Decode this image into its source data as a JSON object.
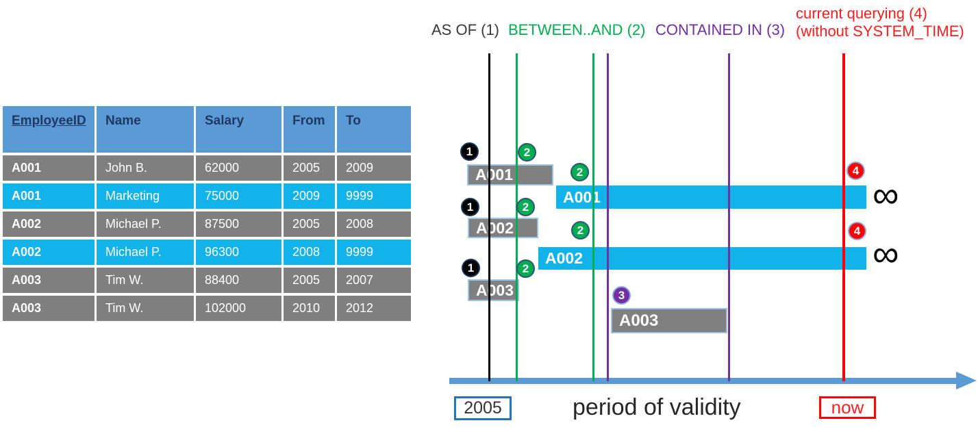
{
  "table": {
    "headers": [
      "EmployeeID",
      "Name",
      "Salary",
      "From",
      "To"
    ],
    "rows": [
      {
        "cells": [
          "A001",
          "John B.",
          "62000",
          "2005",
          "2009"
        ],
        "style": "history"
      },
      {
        "cells": [
          "A001",
          "Marketing",
          "75000",
          "2009",
          "9999"
        ],
        "style": "current"
      },
      {
        "cells": [
          "A002",
          "Michael P.",
          "87500",
          "2005",
          "2008"
        ],
        "style": "history"
      },
      {
        "cells": [
          "A002",
          "Michael P.",
          "96300",
          "2008",
          "9999"
        ],
        "style": "current"
      },
      {
        "cells": [
          "A003",
          "Tim W.",
          "88400",
          "2005",
          "2007"
        ],
        "style": "history"
      },
      {
        "cells": [
          "A003",
          "Tim W.",
          "102000",
          "2010",
          "2012"
        ],
        "style": "history"
      }
    ]
  },
  "legend": {
    "as_of": "AS OF (1)",
    "between_and": "BETWEEN..AND (2)",
    "contained_in": "CONTAINED IN (3)",
    "current_querying_line1": "current querying (4)",
    "current_querying_line2": "(without SYSTEM_TIME)"
  },
  "timeline": {
    "bars": [
      {
        "label": "A001",
        "style": "gray"
      },
      {
        "label": "A001",
        "style": "cyan"
      },
      {
        "label": "A002",
        "style": "gray"
      },
      {
        "label": "A002",
        "style": "cyan"
      },
      {
        "label": "A003",
        "style": "gray"
      },
      {
        "label": "A003",
        "style": "gray"
      }
    ],
    "badges": [
      {
        "n": "1",
        "color": "black"
      },
      {
        "n": "2",
        "color": "green"
      },
      {
        "n": "2",
        "color": "green"
      },
      {
        "n": "1",
        "color": "black"
      },
      {
        "n": "2",
        "color": "green"
      },
      {
        "n": "2",
        "color": "green"
      },
      {
        "n": "1",
        "color": "black"
      },
      {
        "n": "2",
        "color": "green"
      },
      {
        "n": "3",
        "color": "purple"
      },
      {
        "n": "4",
        "color": "red"
      },
      {
        "n": "4",
        "color": "red"
      }
    ],
    "infinity": "∞",
    "start_year": "2005",
    "axis_label": "period of validity",
    "now_label": "now"
  },
  "colors": {
    "header_blue": "#5B9BD5",
    "header_text": "#1F3864",
    "history_gray": "#7F7F7F",
    "current_cyan": "#12B2EA",
    "bar_border": "#9DC3E6",
    "green": "#00AD50",
    "purple": "#7030A0",
    "red": "#FF0000",
    "axis_blue": "#5B9BD5",
    "year_box_border": "#2374BD"
  }
}
